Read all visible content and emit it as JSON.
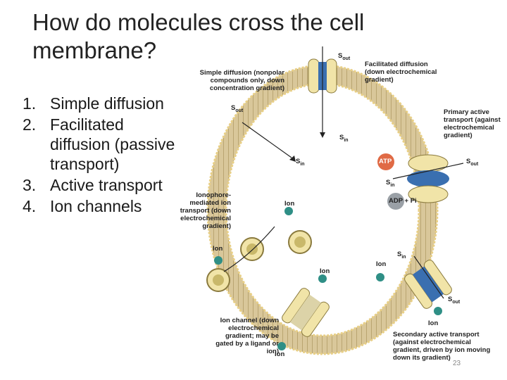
{
  "slide": {
    "title": "How do molecules cross the cell membrane?",
    "items": [
      {
        "num": "1.",
        "text": "Simple diffusion"
      },
      {
        "num": "2.",
        "text": "Facilitated diffusion (passive transport)"
      },
      {
        "num": "3.",
        "text": "Active transport"
      },
      {
        "num": "4.",
        "text": "Ion channels"
      }
    ],
    "page_number": "23"
  },
  "figure": {
    "labels": {
      "simple": "Simple diffusion (nonpolar compounds only, down concentration gradient)",
      "facilitated": "Facilitated diffusion (down electrochemical gradient)",
      "primary": "Primary active transport (against electrochemical gradient)",
      "ionophore": "Ionophore-mediated ion transport (down electrochemical gradient)",
      "channel": "Ion channel (down electrochemical gradient; may be gated by a ligand or ion)",
      "secondary": "Secondary active transport (against electrochemical gradient, driven by ion moving down its gradient)",
      "s_out": "S",
      "s_in": "S",
      "out_sub": "out",
      "in_sub": "in",
      "ion": "Ion",
      "atp": "ATP",
      "adp": "ADP + Pi"
    },
    "colors": {
      "lipid_head": "#e8cf86",
      "lipid_tail": "#d9c79a",
      "protein": "#f1e4a8",
      "channel": "#3a6fb0",
      "atp": "#e06a45",
      "adp": "#9aa0a6",
      "ion": "#2f8f86"
    }
  }
}
